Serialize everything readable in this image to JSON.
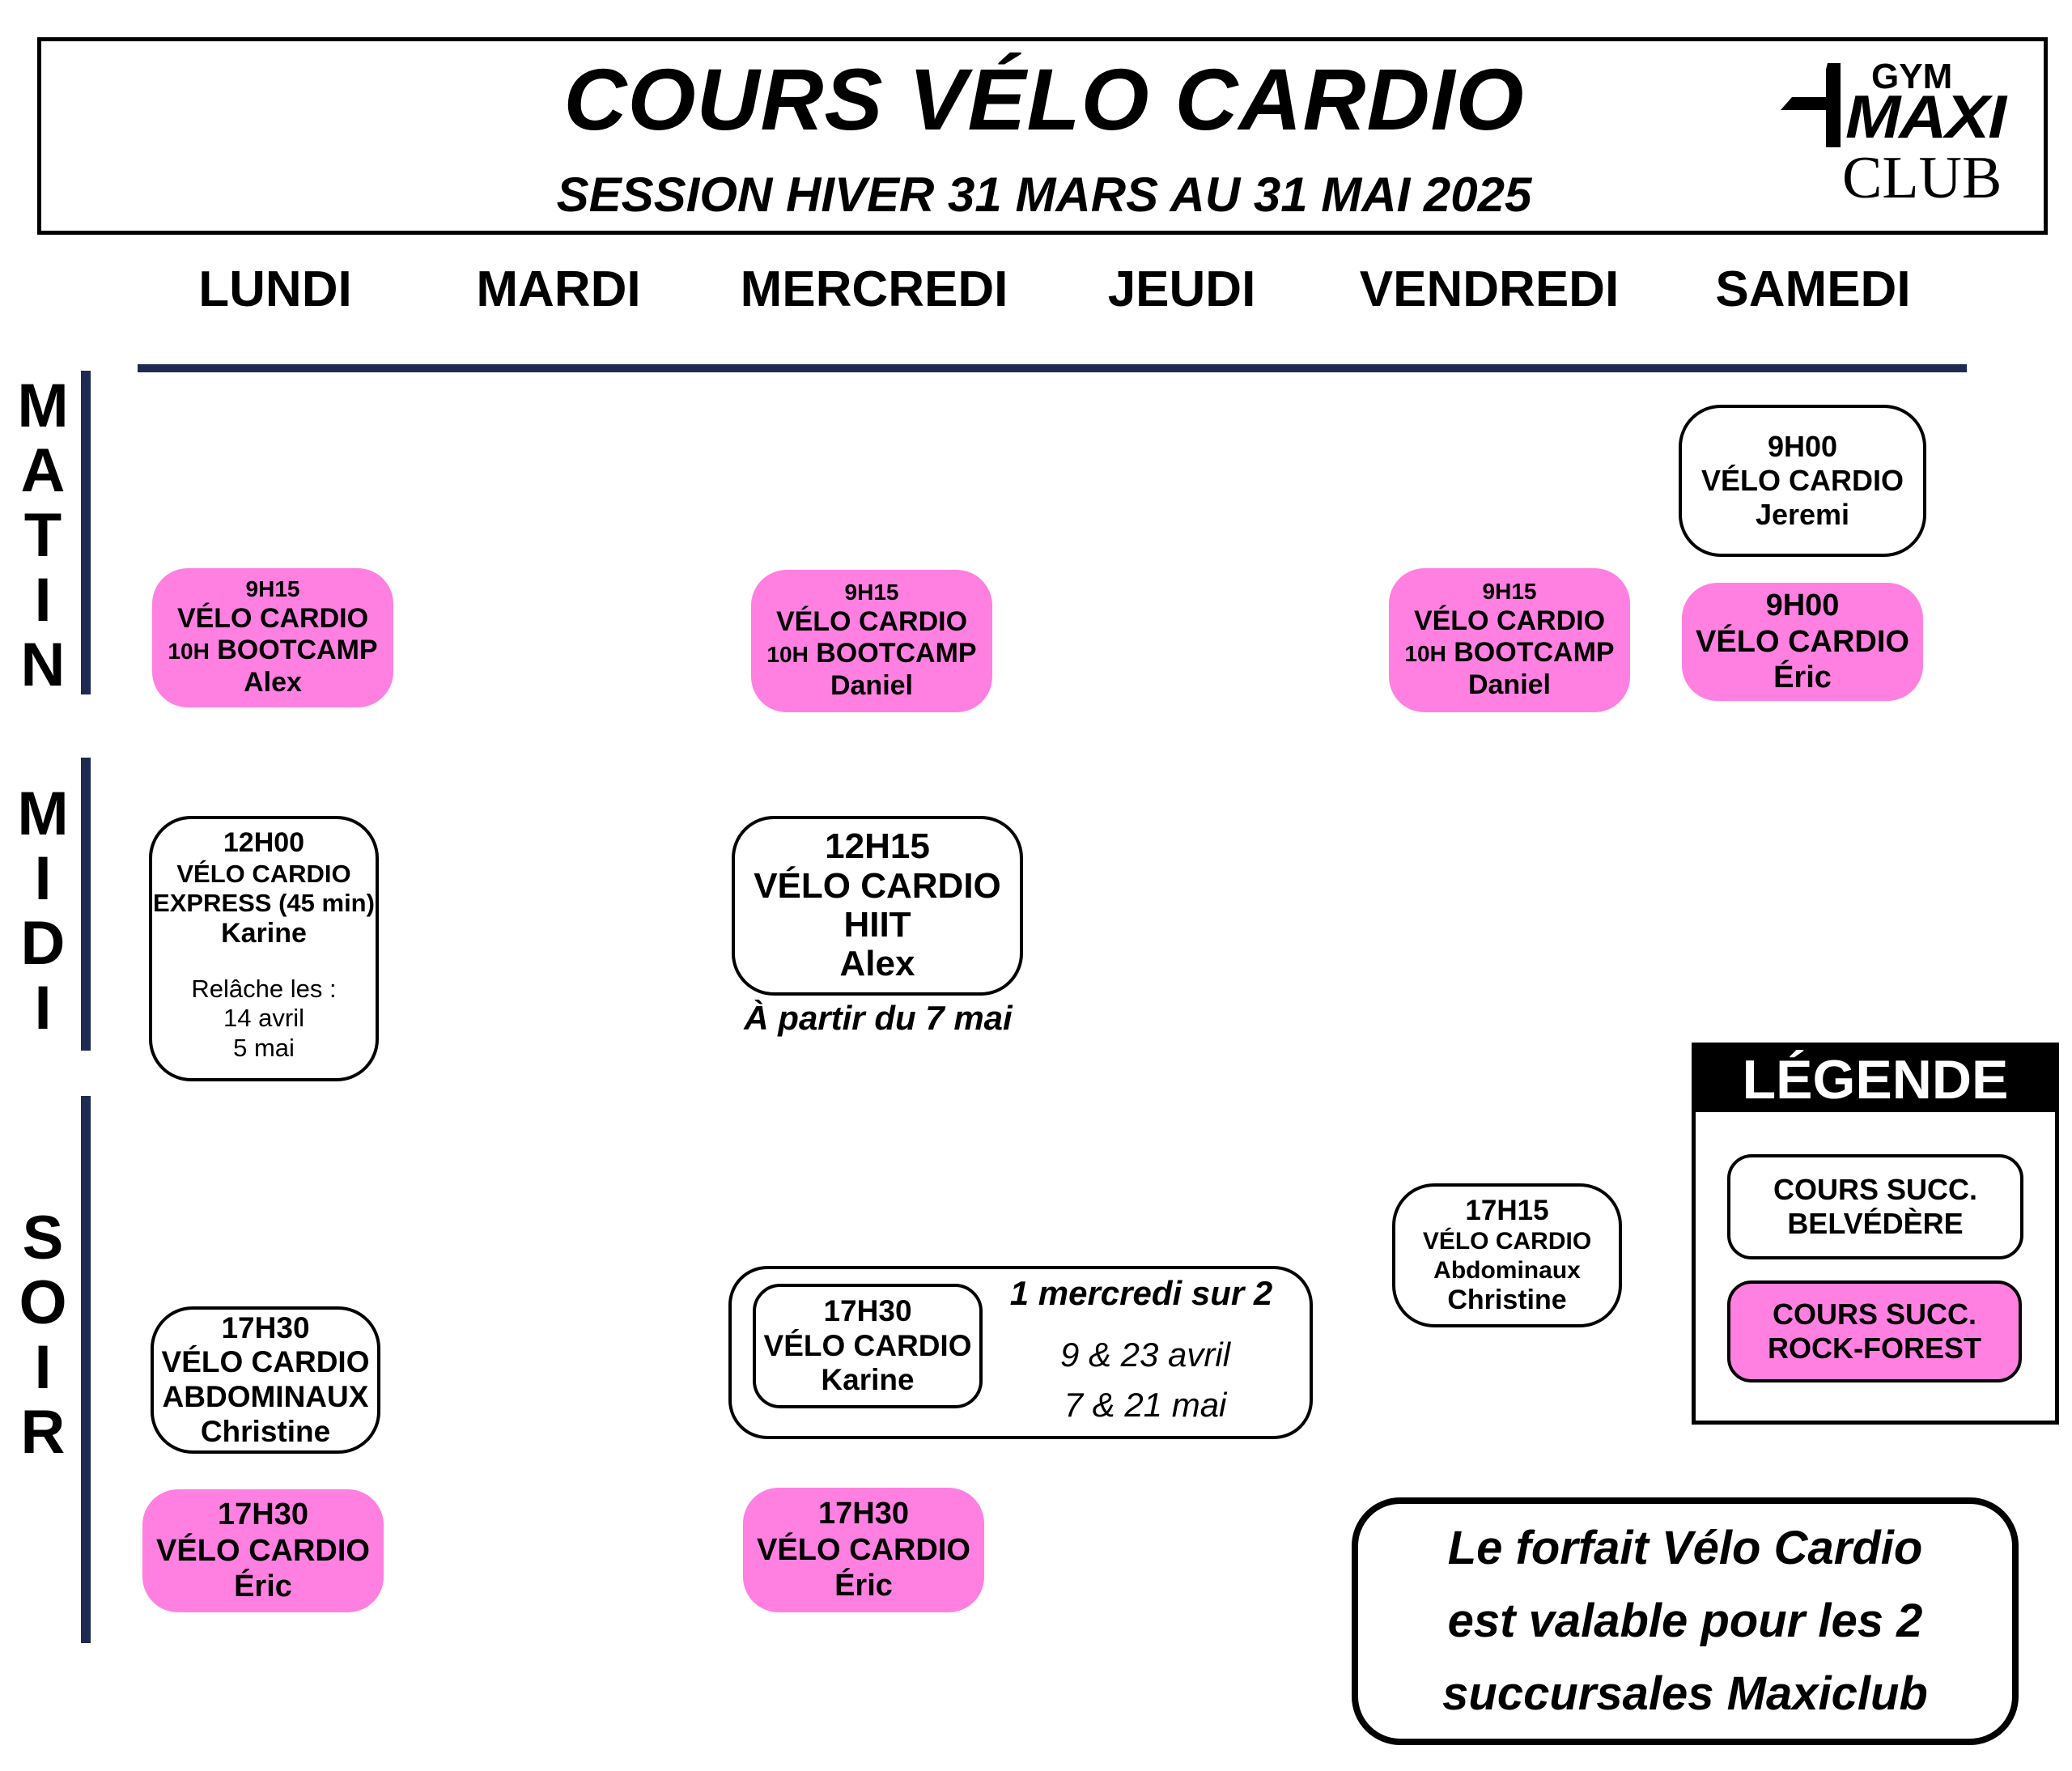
{
  "header": {
    "title": "COURS VÉLO CARDIO",
    "subtitle": "SESSION HIVER 31 MARS AU 31 MAI 2025"
  },
  "logo": {
    "line1": "GYM",
    "line2": "MAXI",
    "line3": "CLUB"
  },
  "days": [
    "LUNDI",
    "MARDI",
    "MERCREDI",
    "JEUDI",
    "VENDREDI",
    "SAMEDI"
  ],
  "periods": {
    "matin": [
      "M",
      "A",
      "T",
      "I",
      "N"
    ],
    "midi": [
      "M",
      "I",
      "D",
      "I"
    ],
    "soir": [
      "S",
      "O",
      "I",
      "R"
    ]
  },
  "colors": {
    "rock_forest": "#ff80e0",
    "belvedere": "#ffffff",
    "bar": "#1d2b52"
  },
  "classes": {
    "lundi_matin": {
      "time": "9H15",
      "line1": "VÉLO CARDIO",
      "line2_prefix": "10H",
      "line2": " BOOTCAMP",
      "instructor": "Alex"
    },
    "mercredi_matin": {
      "time": "9H15",
      "line1": "VÉLO CARDIO",
      "line2_prefix": "10H",
      "line2": " BOOTCAMP",
      "instructor": "Daniel"
    },
    "vendredi_matin": {
      "time": "9H15",
      "line1": "VÉLO CARDIO",
      "line2_prefix": "10H",
      "line2": " BOOTCAMP",
      "instructor": "Daniel"
    },
    "samedi_matin_belvedere": {
      "time": "9H00",
      "name": "VÉLO CARDIO",
      "instructor": "Jeremi"
    },
    "samedi_matin_rock": {
      "time": "9H00",
      "name": "VÉLO CARDIO",
      "instructor": "Éric"
    },
    "lundi_midi": {
      "time": "12H00",
      "name": "VÉLO CARDIO",
      "name2": "EXPRESS (45 min)",
      "instructor": "Karine",
      "relache_label": "Relâche les :",
      "relache_1": "14 avril",
      "relache_2": "5 mai"
    },
    "mercredi_midi": {
      "time": "12H15",
      "name": "VÉLO CARDIO",
      "name2": "HIIT",
      "instructor": "Alex",
      "note": "À partir du 7 mai"
    },
    "lundi_soir_belvedere": {
      "time": "17H30",
      "name": "VÉLO CARDIO",
      "name2": "ABDOMINAUX",
      "instructor": "Christine"
    },
    "lundi_soir_rock": {
      "time": "17H30",
      "name": "VÉLO CARDIO",
      "instructor": "Éric"
    },
    "mercredi_soir_belvedere": {
      "time": "17H30",
      "name": "VÉLO CARDIO",
      "instructor": "Karine",
      "frequency": "1 mercredi sur 2",
      "dates_1": "9 & 23 avril",
      "dates_2": "7 & 21 mai"
    },
    "mercredi_soir_rock": {
      "time": "17H30",
      "name": "VÉLO CARDIO",
      "instructor": "Éric"
    },
    "vendredi_soir": {
      "time": "17H15",
      "name": "VÉLO CARDIO",
      "name2": "Abdominaux",
      "instructor": "Christine"
    }
  },
  "legend": {
    "title": "LÉGENDE",
    "belvedere_1": "COURS SUCC.",
    "belvedere_2": "BELVÉDÈRE",
    "rock_1": "COURS SUCC.",
    "rock_2": "ROCK-FOREST"
  },
  "forfait": {
    "line1": "Le forfait Vélo Cardio",
    "line2": "est valable pour les 2",
    "line3": "succursales Maxiclub"
  }
}
